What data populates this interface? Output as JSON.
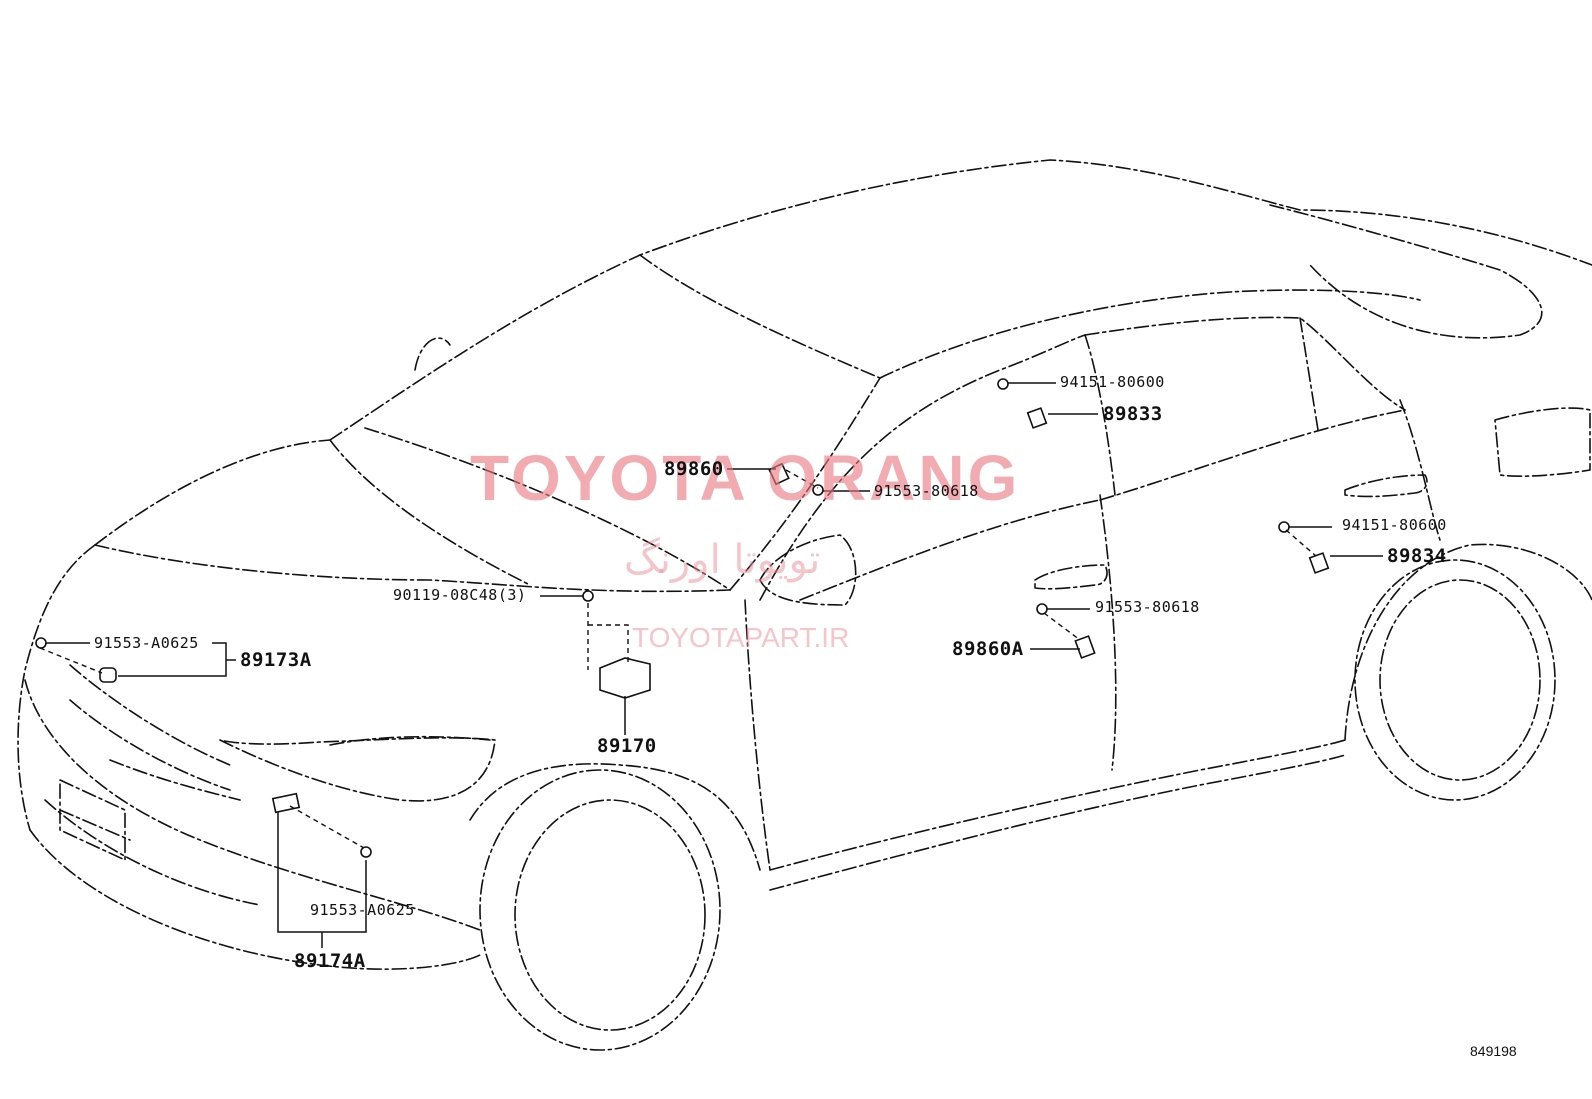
{
  "watermark": {
    "brand": "TOYOTA ORANG",
    "brand_fa": "تویوتا اورنگ",
    "site": "TOYOTAPART.IR"
  },
  "diagram_ref": "849198",
  "parts": {
    "p94151_upper": "94151-80600",
    "p89833": "89833",
    "p89860": "89860",
    "p91553_80618_upper": "91553-80618",
    "p94151_lower": "94151-80600",
    "p89834": "89834",
    "p90119": "90119-08C48(3)",
    "p91553_80618_lower": "91553-80618",
    "p89860A": "89860A",
    "p91553_A0625_front": "91553-A0625",
    "p89173A": "89173A",
    "p89170": "89170",
    "p91553_A0625_lower": "91553-A0625",
    "p89174A": "89174A"
  }
}
